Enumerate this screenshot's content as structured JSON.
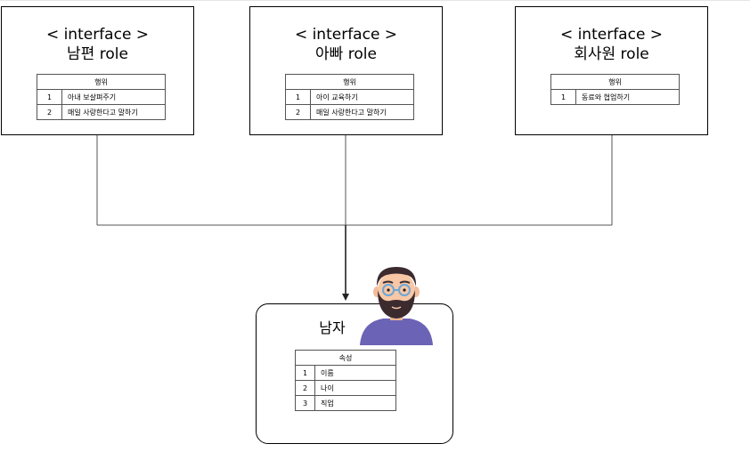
{
  "interfaces": [
    {
      "keyword": "< interface >",
      "name": "남편 role",
      "table_header": "행위",
      "rows": [
        {
          "num": "1",
          "text": "아내 보살펴주기"
        },
        {
          "num": "2",
          "text": "매일 사랑한다고 말하기"
        }
      ]
    },
    {
      "keyword": "< interface >",
      "name": "아빠 role",
      "table_header": "행위",
      "rows": [
        {
          "num": "1",
          "text": "아이 교육하기"
        },
        {
          "num": "2",
          "text": "매일 사랑한다고 말하기"
        }
      ]
    },
    {
      "keyword": "< interface >",
      "name": "회사원 role",
      "table_header": "행위",
      "rows": [
        {
          "num": "1",
          "text": "동료와 협업하기"
        }
      ]
    }
  ],
  "man": {
    "title": "남자",
    "table_header": "속성",
    "rows": [
      {
        "num": "1",
        "text": "이름"
      },
      {
        "num": "2",
        "text": "나이"
      },
      {
        "num": "3",
        "text": "직업"
      }
    ],
    "avatar_icon": "bearded-man-avatar-icon"
  },
  "colors": {
    "line": "#555555",
    "arrow": "#222222",
    "avatar_shirt": "#6b63b5",
    "avatar_skin": "#f7c7a6",
    "avatar_hair": "#3b2a2e"
  }
}
